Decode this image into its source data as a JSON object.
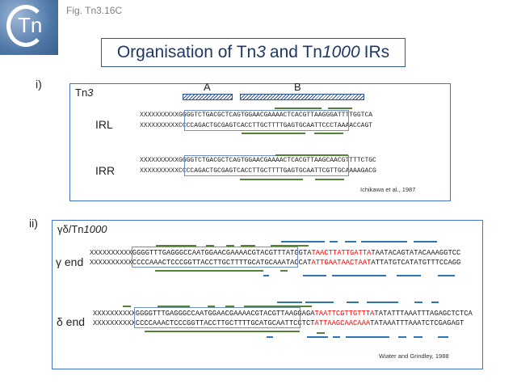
{
  "logo": {
    "text": "Tn"
  },
  "fig_label": "Fig. Tn3.16C",
  "title": {
    "pre": "Organisation of Tn",
    "tn3": "3",
    "mid": "and Tn",
    "tn1000": "1000",
    "post": "IRs"
  },
  "panel_i": {
    "marker": "i)",
    "name_pre": "Tn",
    "name_it": "3",
    "region_a": "A",
    "region_b": "B",
    "irl": {
      "label": "IRL",
      "top": "XXXXXXXXXXGGGGTCTGACGCTCAGTGGAACGAAAACTCACGTTAAGGGATTTTGGTCA",
      "bottom": "XXXXXXXXXXCCCCAGACTGCGAGTCACCTTGCTTTTGAGTGCAATTCCCTAAAACCAGT"
    },
    "irr": {
      "label": "IRR",
      "top": "XXXXXXXXXXGGGGTCTGACGCTCAGTGGAACGAAAACTCACGTTAAGCAACGTTTTCTGC",
      "bottom": "XXXXXXXXXXCCCCAGACTGCGAGTCACCTTGCTTTTGAGTGCAATTCGTTGCAAAAGACG"
    },
    "citation": "Ichikawa et al., 1987"
  },
  "panel_ii": {
    "marker": "ii)",
    "name_pre": "γδ/Tn",
    "name_it": "1000",
    "gamma": {
      "label": "γ end",
      "top": [
        "XXXXXXXXXXGGGGTTTGAGGGCCAATGGAACGAAAACGTACGTTTATGGTA",
        "TAACTTATTGATTA",
        "TAATACAGTATACAAAGGTCC"
      ],
      "bottom": [
        "XXXXXXXXXXCCCCAAACTCCCGGTTACCTTGCTTTTGCATGCAAATACCAT",
        "ATTGAATAACTAAT",
        "ATTATGTCATATGTTTCCAGG"
      ]
    },
    "delta": {
      "label": "δ end",
      "top": [
        "XXXXXXXXXXGGGGTTTGAGGGCCAATGGAACGAAAACGTACGTTAAGGAGA",
        "TAATTCGTTGTTTA",
        "TATATTTAAATTTAGAGCTCTCA"
      ],
      "bottom": [
        "XXXXXXXXXXCCCCAAACTCCCGGTTACCTTGCTTTTGCATGCAATTCCTCT",
        "ATTAAGCAACAAA",
        "TATAAATTTAAATCTCGAGAGT"
      ]
    },
    "citation": "Wiater and Grindley, 1988"
  },
  "colors": {
    "green": "#548235",
    "blue": "#2e75b6",
    "red": "#ff0000",
    "frame": "#4472c4"
  }
}
